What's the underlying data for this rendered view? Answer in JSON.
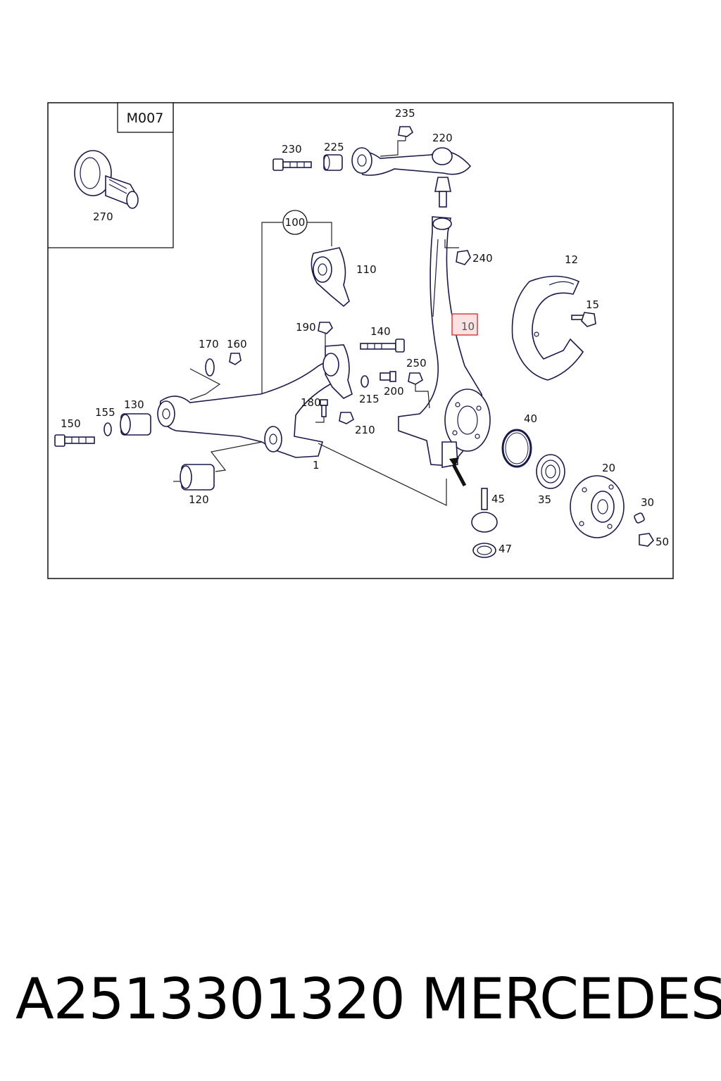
{
  "diagram": {
    "inset_label": "M007",
    "highlight_color": "#d94040",
    "callouts": {
      "c270": "270",
      "c235": "235",
      "c230": "230",
      "c225": "225",
      "c220": "220",
      "c100": "100",
      "c110": "110",
      "c240": "240",
      "c12": "12",
      "c15": "15",
      "c10": "10",
      "c190": "190",
      "c140": "140",
      "c170": "170",
      "c160": "160",
      "c250": "250",
      "c200": "200",
      "c215": "215",
      "c180": "180",
      "c210": "210",
      "c150": "150",
      "c155": "155",
      "c130": "130",
      "c1": "1",
      "c40": "40",
      "c120": "120",
      "c45": "45",
      "c35": "35",
      "c20": "20",
      "c30": "30",
      "c47": "47",
      "c50": "50"
    }
  },
  "footer": {
    "part_number": "A2513301320",
    "brand": "MERCEDES"
  }
}
